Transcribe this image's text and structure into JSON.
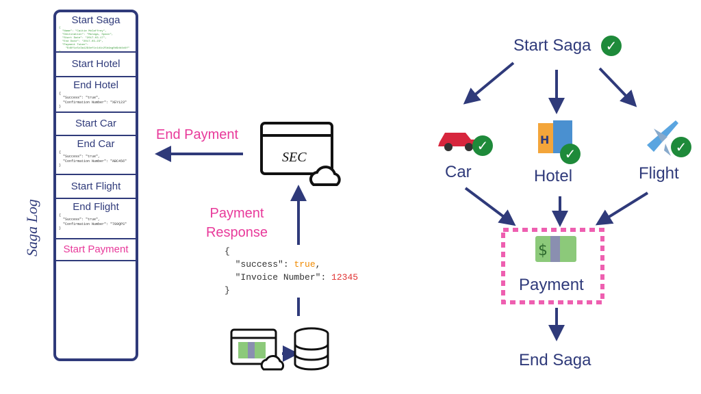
{
  "saga_log": {
    "label": "Saga Log",
    "entries": [
      {
        "title": "Start Saga",
        "json": [
          "{",
          "  \"Name\": \"Caitie McCaffrey\",",
          "  \"Destination\": \"Malaga, Spain\",",
          "  \"Start Date\": \"2017-03-17\",",
          "  \"End Date\": \"2017-03-23\",",
          "  \"Payment Token\":",
          "    \"Ed8f1c5c3a1294ef1c1d1c25b4ag0d9dd4d4f\"",
          "}"
        ]
      },
      {
        "title": "Start Hotel"
      },
      {
        "title": "End Hotel",
        "json": [
          "{",
          "  \"Success\": \"true\",",
          "  \"Confirmation Number\": \"XEY123\"",
          "}"
        ]
      },
      {
        "title": "Start Car"
      },
      {
        "title": "End Car",
        "json": [
          "{",
          "  \"Success\": \"true\",",
          "  \"Confirmation Number\": \"ABC456\"",
          "}"
        ]
      },
      {
        "title": "Start Flight"
      },
      {
        "title": "End Flight",
        "json": [
          "{",
          "  \"Success\": \"true\",",
          "  \"Confirmation Number\": \"789QPS\"",
          "}"
        ]
      },
      {
        "title": "Start Payment",
        "highlight": true
      }
    ]
  },
  "middle": {
    "end_payment": "End Payment",
    "sec_label": "SEC",
    "payment_response": [
      "Payment",
      "Response"
    ],
    "response_json": {
      "open": "{",
      "k1": "\"success\"",
      "v1": "true",
      "k2": "\"Invoice Number\"",
      "v2": "12345",
      "close": "}"
    }
  },
  "right": {
    "start": "Start Saga",
    "car": "Car",
    "hotel": "Hotel",
    "flight": "Flight",
    "payment": "Payment",
    "end": "End Saga",
    "check": "✓"
  },
  "colors": {
    "navy": "#2f3a7a",
    "pink": "#e8399a",
    "green": "#1e8a3a"
  }
}
